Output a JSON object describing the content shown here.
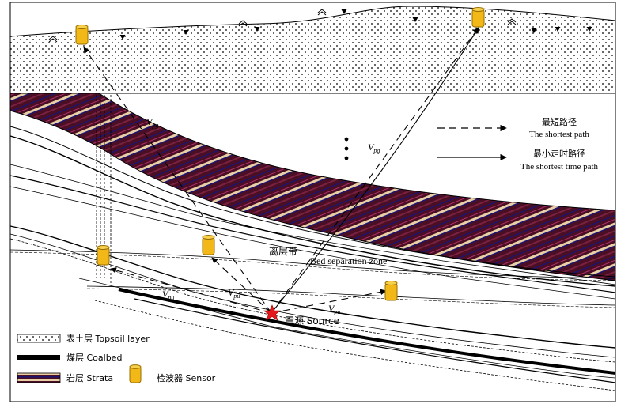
{
  "legend": {
    "topsoil": "表土层  Topsoil layer",
    "coalbed": "煤层  Coalbed",
    "strata": "岩层  Strata",
    "sensor": "检波器  Sensor"
  },
  "path_legend": {
    "shortest_cn": "最短路径",
    "shortest_en": "The shortest path",
    "time_cn": "最小走时路径",
    "time_en": "The shortest time path"
  },
  "labels": {
    "bed_sep_cn": "离层带",
    "bed_sep_en": "Bed separation zone",
    "source": "震源  Source",
    "v_pg_main": "V",
    "v_pg_main_sub": "pg",
    "v_pg_mid": "V",
    "v_pg_mid_sub": "pg",
    "v_pu_left": "V",
    "v_pu_left_sub": "pu",
    "v_pu_mid": "V",
    "v_pu_mid_sub": "pu",
    "v_pu_right": "V",
    "v_pu_right_sub": "pu"
  },
  "colors": {
    "strata_dark": "#4a0f24",
    "strata_light": "#e8cfa6",
    "strata_accent": "#1c1470",
    "sensor_fill": "#f2b817",
    "sensor_stroke": "#9a6e00",
    "source": "#e3171b"
  }
}
